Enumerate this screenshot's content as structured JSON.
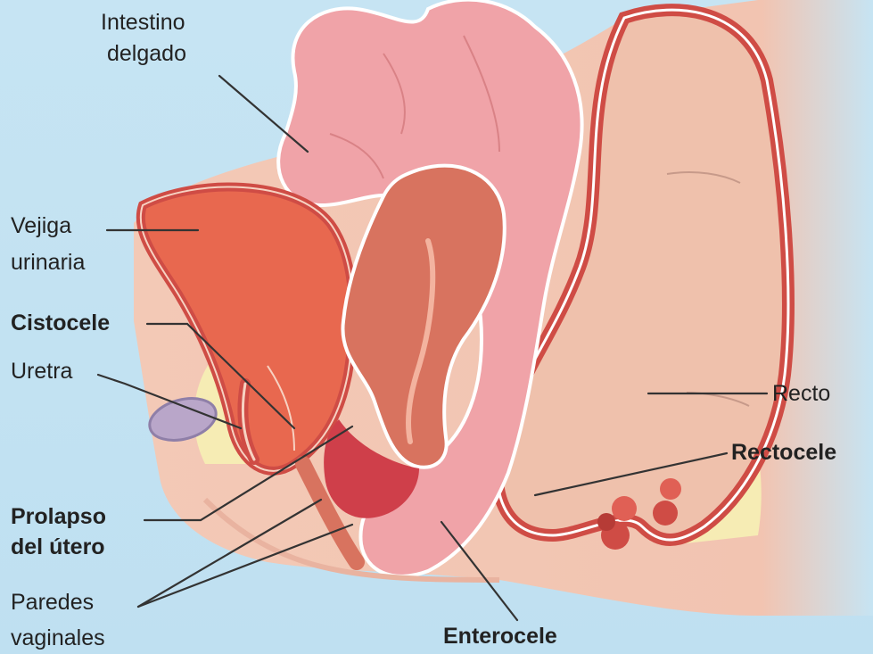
{
  "labels": {
    "intestino": [
      "Intestino",
      "delgado"
    ],
    "vejiga": [
      "Vejiga",
      "urinaria"
    ],
    "cistocele": "Cistocele",
    "uretra": "Uretra",
    "prolapso": [
      "Prolapso",
      "del útero"
    ],
    "paredes": [
      "Paredes",
      "vaginales"
    ],
    "enterocele": "Enterocele",
    "recto": "Recto",
    "rectocele": "Rectocele"
  },
  "colors": {
    "background": "#c6e4f3",
    "tissue_light": "#f3c9b6",
    "bladder": "#e8684f",
    "uterus": "#d8735f",
    "intestine": "#f0a3a8",
    "rectum": "#efc1ac",
    "wall": "#cf4c45",
    "fat": "#f6ecb4",
    "leader": "#333333"
  }
}
